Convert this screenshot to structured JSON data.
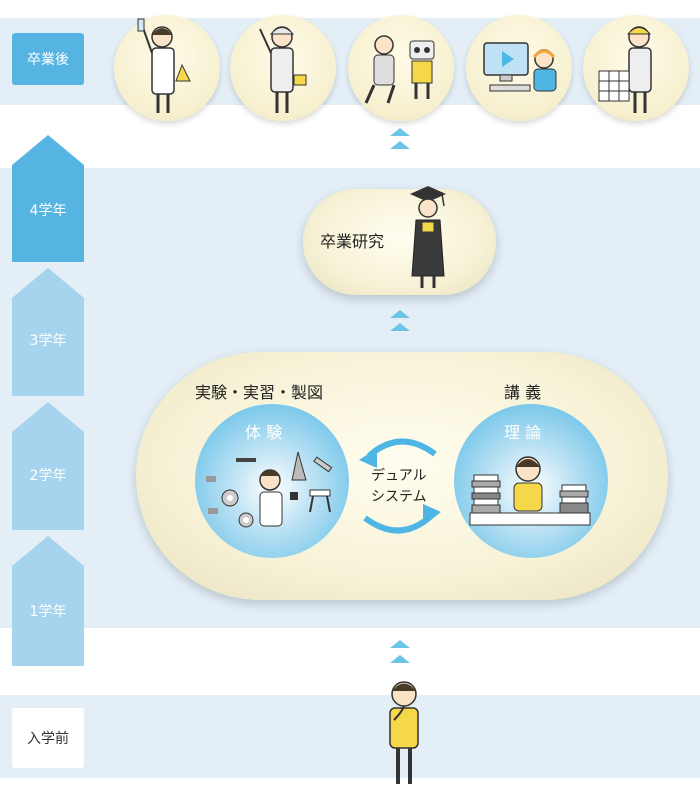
{
  "stages": {
    "after": "卒業後",
    "year4": "4学年",
    "year3": "3学年",
    "year2": "2学年",
    "year1": "1学年",
    "before": "入学前"
  },
  "research": {
    "label": "卒業研究"
  },
  "practice": {
    "heading": "実験・実習・製図",
    "circle_label": "体 験"
  },
  "lecture": {
    "heading": "講 義",
    "circle_label": "理 論"
  },
  "dual": {
    "line1": "デュアル",
    "line2": "システム"
  },
  "colors": {
    "band": "#e3eef7",
    "arrow_light": "#a6d3ed",
    "arrow_dark": "#56b4e3",
    "accent": "#6cc4e6"
  },
  "icons": [
    "scientist-icon",
    "worker-icon",
    "robot-engineer-icon",
    "video-editor-icon",
    "construction-worker-icon",
    "graduate-icon",
    "tools-icon",
    "student-study-icon",
    "freshman-icon",
    "cycle-arrow-icon"
  ]
}
